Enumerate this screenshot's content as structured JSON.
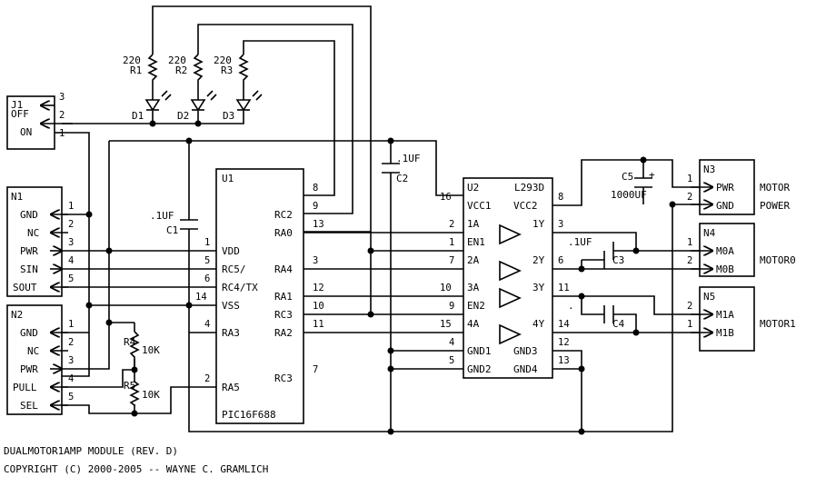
{
  "title": {
    "line1": "DUALMOTOR1AMP MODULE (REV. D)",
    "line2": "COPYRIGHT (C) 2000-2005 -- WAYNE C. GRAMLICH"
  },
  "j1": {
    "ref": "J1",
    "off": "OFF",
    "on": "ON",
    "pins": [
      "3",
      "2",
      "1"
    ]
  },
  "n1": {
    "ref": "N1",
    "pins": [
      {
        "num": "1",
        "name": "GND"
      },
      {
        "num": "2",
        "name": "NC"
      },
      {
        "num": "3",
        "name": "PWR"
      },
      {
        "num": "4",
        "name": "SIN"
      },
      {
        "num": "5",
        "name": "SOUT"
      }
    ]
  },
  "n2": {
    "ref": "N2",
    "pins": [
      {
        "num": "1",
        "name": "GND"
      },
      {
        "num": "2",
        "name": "NC"
      },
      {
        "num": "3",
        "name": "PWR"
      },
      {
        "num": "4",
        "name": "PULL"
      },
      {
        "num": "5",
        "name": "SEL"
      }
    ]
  },
  "n3": {
    "ref": "N3",
    "pins": [
      {
        "num": "1",
        "name": "PWR"
      },
      {
        "num": "2",
        "name": "GND"
      }
    ],
    "label1": "MOTOR",
    "label2": "POWER"
  },
  "n4": {
    "ref": "N4",
    "pins": [
      {
        "num": "1",
        "name": "M0A"
      },
      {
        "num": "2",
        "name": "M0B"
      }
    ],
    "label": "MOTOR0"
  },
  "n5": {
    "ref": "N5",
    "pins": [
      {
        "num": "2",
        "name": "M1A"
      },
      {
        "num": "1",
        "name": "M1B"
      }
    ],
    "label": "MOTOR1"
  },
  "resistors": [
    {
      "ref": "R1",
      "value": "220"
    },
    {
      "ref": "R2",
      "value": "220"
    },
    {
      "ref": "R3",
      "value": "220"
    },
    {
      "ref": "R4",
      "value": "10K"
    },
    {
      "ref": "R5",
      "value": "10K"
    }
  ],
  "leds": [
    "D1",
    "D2",
    "D3"
  ],
  "caps": {
    "c1": {
      "ref": "C1",
      "value": ".1UF"
    },
    "c2": {
      "ref": "C2",
      "value": ".1UF"
    },
    "c3": {
      "ref": "C3",
      "value": ".1UF"
    },
    "c4": {
      "ref": "C4",
      "value": "."
    },
    "c5": {
      "ref": "C5",
      "value": "1000UF",
      "polarity": "+"
    }
  },
  "u1": {
    "ref": "U1",
    "part": "PIC16F688",
    "left": [
      {
        "num": "1",
        "name": "VDD"
      },
      {
        "num": "5",
        "name": "RC5/"
      },
      {
        "num": "6",
        "name": "RC4/TX"
      },
      {
        "num": "14",
        "name": "VSS"
      },
      {
        "num": "4",
        "name": "RA3"
      },
      {
        "num": "2",
        "name": "RA5"
      }
    ],
    "right": [
      {
        "num": "8",
        "name": ""
      },
      {
        "num": "9",
        "name": "RC2"
      },
      {
        "num": "13",
        "name": "RA0"
      },
      {
        "num": "3",
        "name": "RA4"
      },
      {
        "num": "12",
        "name": "RA1"
      },
      {
        "num": "10",
        "name": "RC3"
      },
      {
        "num": "11",
        "name": "RA2"
      },
      {
        "num": "7",
        "name": "RC3"
      }
    ]
  },
  "u2": {
    "ref": "U2",
    "part": "L293D",
    "left": [
      {
        "num": "16",
        "name": "VCC1"
      },
      {
        "num": "2",
        "name": "1A"
      },
      {
        "num": "1",
        "name": "EN1"
      },
      {
        "num": "7",
        "name": "2A"
      },
      {
        "num": "10",
        "name": "3A"
      },
      {
        "num": "9",
        "name": "EN2"
      },
      {
        "num": "15",
        "name": "4A"
      },
      {
        "num": "4",
        "name": "GND1"
      },
      {
        "num": "5",
        "name": "GND2"
      }
    ],
    "right": [
      {
        "num": "8",
        "name": "VCC2"
      },
      {
        "num": "3",
        "name": "1Y"
      },
      {
        "num": "6",
        "name": "2Y"
      },
      {
        "num": "11",
        "name": "3Y"
      },
      {
        "num": "14",
        "name": "4Y"
      },
      {
        "num": "12",
        "name": "GND3"
      },
      {
        "num": "13",
        "name": "GND4"
      }
    ]
  }
}
